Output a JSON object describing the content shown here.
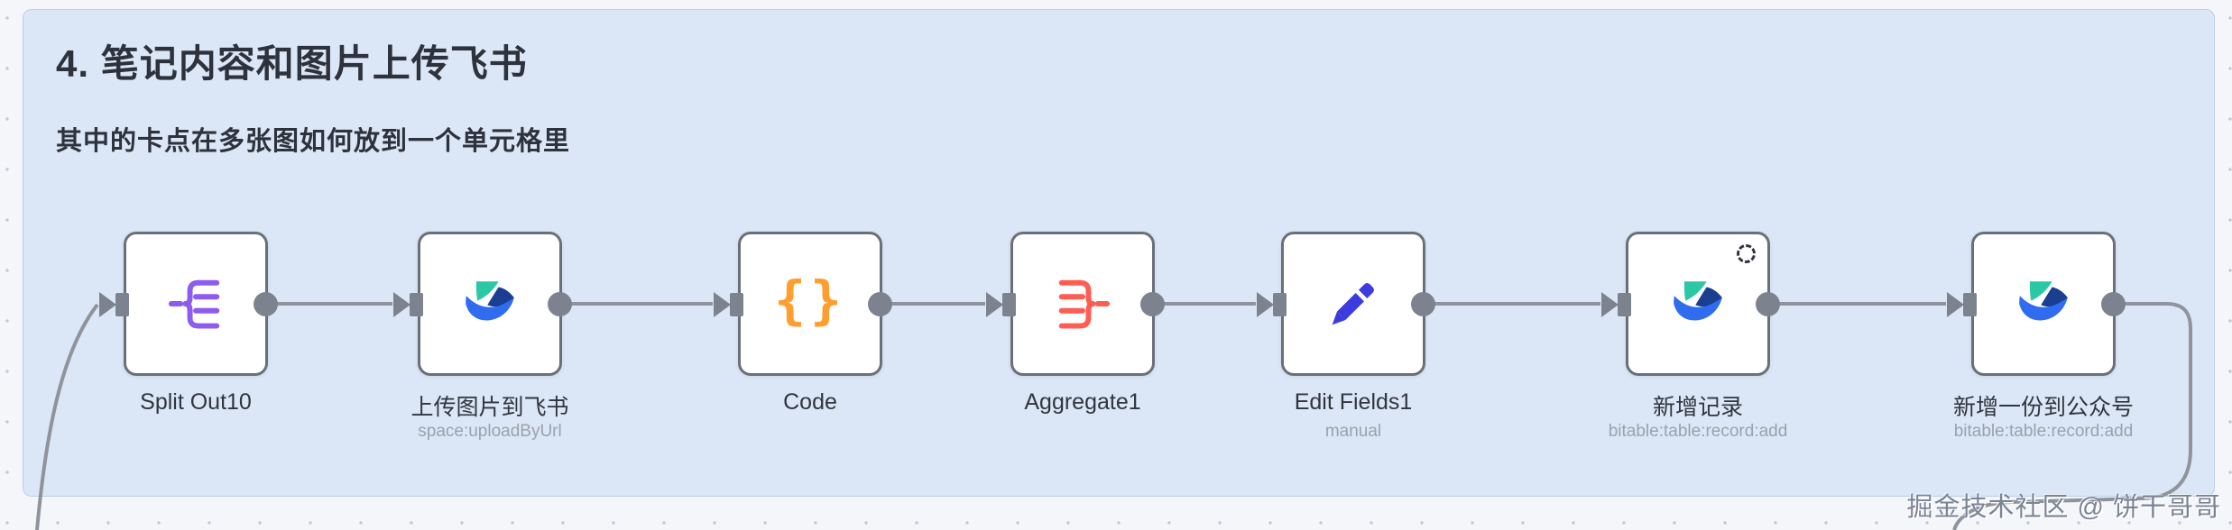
{
  "sticky": {
    "title": "4. 笔记内容和图片上传飞书",
    "subtitle": "其中的卡点在多张图如何放到一个单元格里",
    "color": "#dbe7f6"
  },
  "nodes": [
    {
      "name": "Split Out10",
      "subtitle": "",
      "icon": "split-out-icon"
    },
    {
      "name": "上传图片到飞书",
      "subtitle": "space:uploadByUrl",
      "icon": "feishu-icon"
    },
    {
      "name": "Code",
      "subtitle": "",
      "icon": "code-braces-icon"
    },
    {
      "name": "Aggregate1",
      "subtitle": "",
      "icon": "aggregate-icon"
    },
    {
      "name": "Edit Fields1",
      "subtitle": "manual",
      "icon": "pencil-icon"
    },
    {
      "name": "新增记录",
      "subtitle": "bitable:table:record:add",
      "icon": "feishu-icon",
      "badge": "sync-pending"
    },
    {
      "name": "新增一份到公众号",
      "subtitle": "bitable:table:record:add",
      "icon": "feishu-icon"
    }
  ],
  "icons": {
    "code_glyph": "{}"
  },
  "watermark": "掘金技术社区 @ 饼干哥哥",
  "colors": {
    "node_border": "#6a7078",
    "wire": "#8f949c",
    "split_out": "#8d5bf0",
    "code": "#ff9d2e",
    "aggregate": "#ff5d52",
    "edit_fields": "#3b3be0",
    "feishu_teal": "#2bc8a6",
    "feishu_navy": "#1a3e90",
    "feishu_blue": "#2f6cf0",
    "sticky_text": "#2d323c"
  }
}
